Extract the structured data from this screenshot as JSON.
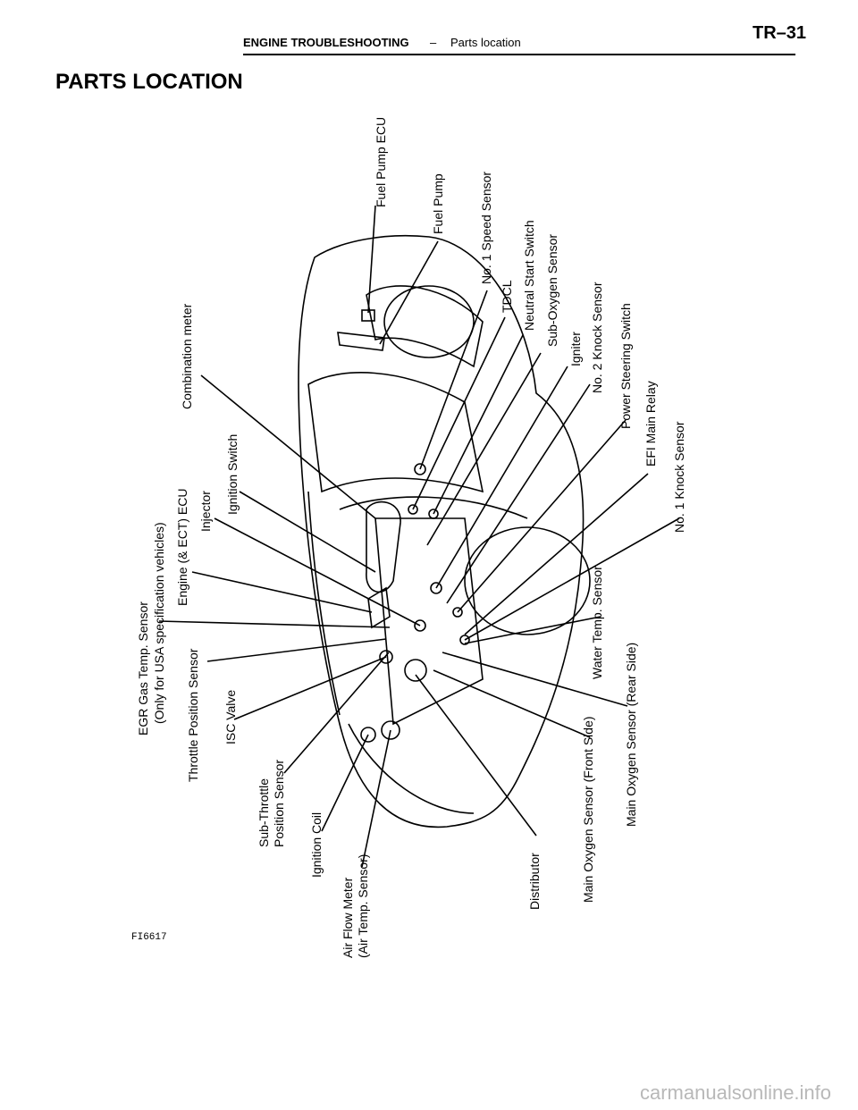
{
  "header": {
    "section": "ENGINE TROUBLESHOOTING",
    "separator": "–",
    "subsection": "Parts location",
    "page_number": "TR–31"
  },
  "title": "PARTS LOCATION",
  "figure": {
    "labels": {
      "egr_line1": "EGR Gas Temp. Sensor",
      "egr_line2": "(Only for USA specification vehicles)",
      "throttle_position": "Throttle Position Sensor",
      "isc_valve": "ISC Valve",
      "sub_throttle_line1": "Sub-Throttle",
      "sub_throttle_line2": "Position Sensor",
      "ignition_coil": "Ignition Coil",
      "air_flow_line1": "Air Flow Meter",
      "air_flow_line2": "(Air Temp. Sensor)",
      "engine_ecu": "Engine (& ECT) ECU",
      "injector": "Injector",
      "ignition_switch": "Ignition Switch",
      "combination_meter": "Combination meter",
      "fuel_pump_ecu": "Fuel Pump ECU",
      "fuel_pump": "Fuel Pump",
      "speed_sensor": "No. 1 Speed Sensor",
      "tdcl": "TDCL",
      "neutral_start": "Neutral Start Switch",
      "sub_oxygen": "Sub-Oxygen Sensor",
      "igniter": "Igniter",
      "knock2": "No. 2 Knock Sensor",
      "power_steering": "Power Steering Switch",
      "efi_relay": "EFI Main Relay",
      "knock1": "No. 1 Knock Sensor",
      "water_temp": "Water Temp. Sensor",
      "oxygen_rear": "Main Oxygen Sensor (Rear Side)",
      "oxygen_front": "Main Oxygen Sensor (Front Side)",
      "distributor": "Distributor"
    },
    "figure_id": "FI6617"
  },
  "watermark": "carmanualsonline.info"
}
